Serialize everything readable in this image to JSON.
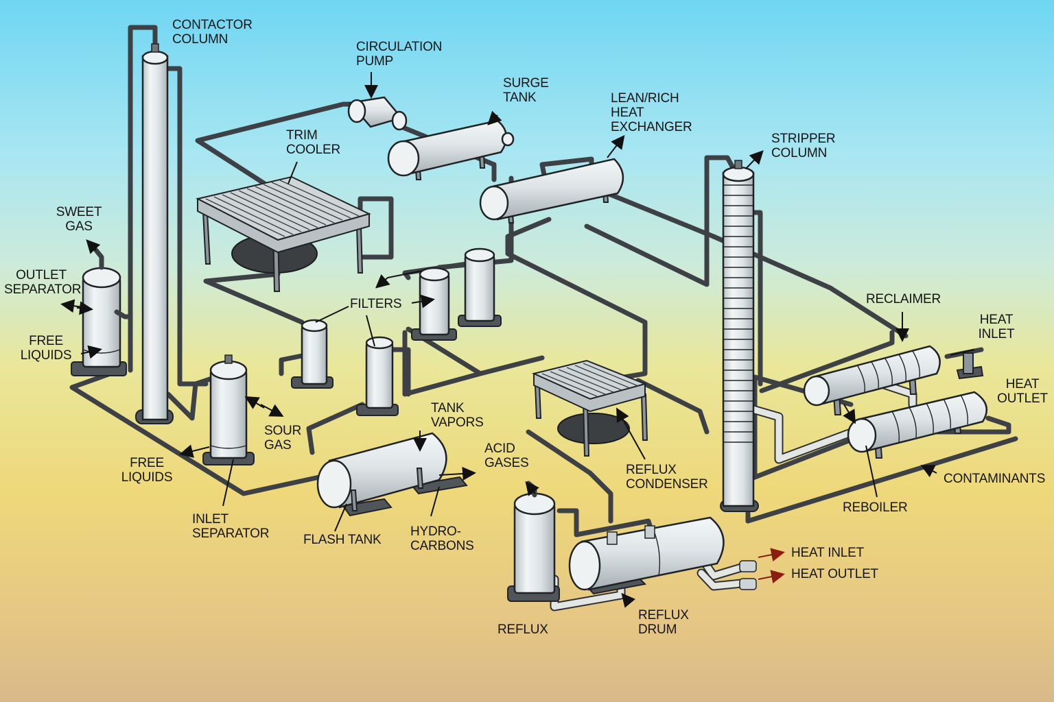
{
  "diagram": {
    "title": "Amine Gas Sweetening Plant",
    "colors": {
      "sky_top": "#6fd6f2",
      "ground": "#eed87a",
      "metal": "#dfe4e6",
      "pipe": "#3d4145",
      "label_text": "#141414",
      "heat_arrow": "#8a1c10"
    },
    "labels": {
      "contactor_column": [
        "CONTACTOR",
        "COLUMN"
      ],
      "circulation_pump": [
        "CIRCULATION",
        "PUMP"
      ],
      "surge_tank": [
        "SURGE",
        "TANK"
      ],
      "lean_rich_heat_exchanger": [
        "LEAN/RICH",
        "HEAT",
        "EXCHANGER"
      ],
      "stripper_column": [
        "STRIPPER",
        "COLUMN"
      ],
      "trim_cooler": [
        "TRIM",
        "COOLER"
      ],
      "sweet_gas": [
        "SWEET",
        "GAS"
      ],
      "outlet_separator": [
        "OUTLET",
        "SEPARATOR"
      ],
      "free_liquids_outlet": [
        "FREE",
        "LIQUIDS"
      ],
      "filters": [
        "FILTERS"
      ],
      "reclaimer": [
        "RECLAIMER"
      ],
      "heat_inlet_reclaimer": [
        "HEAT",
        "INLET"
      ],
      "heat_outlet_reclaimer": [
        "HEAT",
        "OUTLET"
      ],
      "sour_gas": [
        "SOUR",
        "GAS"
      ],
      "free_liquids_inlet": [
        "FREE",
        "LIQUIDS"
      ],
      "tank_vapors": [
        "TANK",
        "VAPORS"
      ],
      "acid_gases": [
        "ACID",
        "GASES"
      ],
      "reflux_condenser": [
        "REFLUX",
        "CONDENSER"
      ],
      "contaminants": [
        "CONTAMINANTS"
      ],
      "reboiler": [
        "REBOILER"
      ],
      "inlet_separator": [
        "INLET",
        "SEPARATOR"
      ],
      "flash_tank": [
        "FLASH TANK"
      ],
      "hydrocarbons": [
        "HYDRO-",
        "CARBONS"
      ],
      "heat_inlet_reflux": [
        "HEAT INLET"
      ],
      "heat_outlet_reflux": [
        "HEAT OUTLET"
      ],
      "reflux": [
        "REFLUX"
      ],
      "reflux_drum": [
        "REFLUX",
        "DRUM"
      ]
    }
  }
}
